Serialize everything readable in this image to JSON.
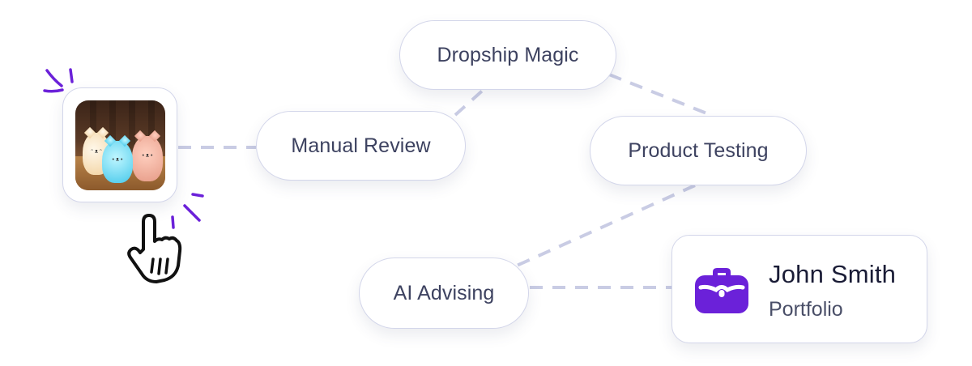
{
  "diagram": {
    "nodes": [
      {
        "id": "dropship",
        "label": "Dropship Magic"
      },
      {
        "id": "manual",
        "label": "Manual Review"
      },
      {
        "id": "testing",
        "label": "Product Testing"
      },
      {
        "id": "advising",
        "label": "AI Advising"
      }
    ],
    "edges": [
      {
        "from": "product-image",
        "to": "manual"
      },
      {
        "from": "manual",
        "to": "dropship"
      },
      {
        "from": "dropship",
        "to": "testing"
      },
      {
        "from": "testing",
        "to": "advising"
      },
      {
        "from": "advising",
        "to": "profile"
      }
    ],
    "product_image": {
      "icon": "product-photo-cat-lamps",
      "alt": "Three cat-shaped night lamps (cream, blue, pink)"
    },
    "cursor": {
      "icon": "pointer-hand-icon"
    },
    "profile": {
      "icon": "briefcase-icon",
      "name": "John Smith",
      "subtitle": "Portfolio"
    }
  },
  "colors": {
    "accent": "#6b21d9",
    "connector": "#c9cce4",
    "node_border": "#d3d6ea",
    "node_text": "#3d4260",
    "name_text": "#1a1c36"
  }
}
